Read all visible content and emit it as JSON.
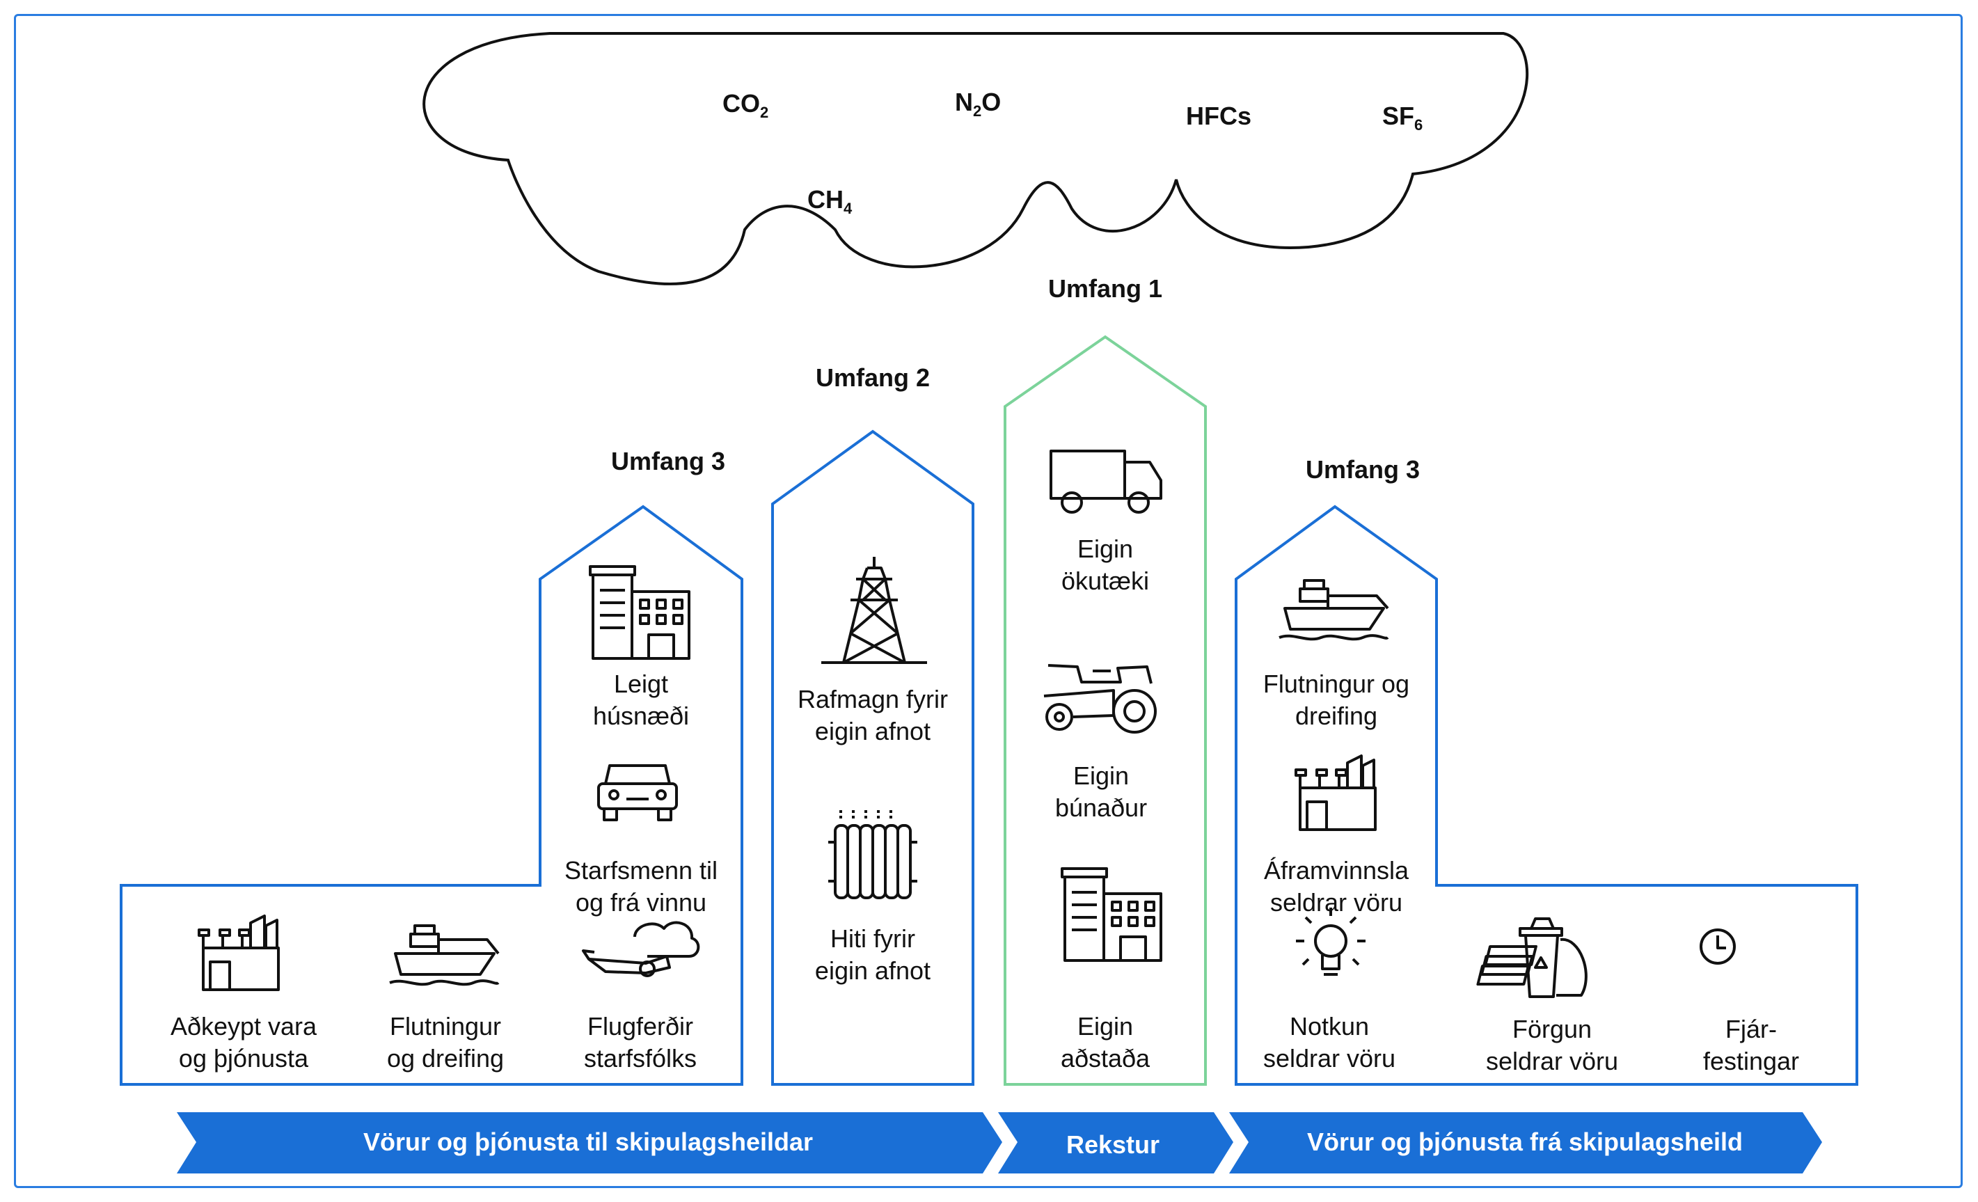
{
  "gases": {
    "co2": {
      "base": "CO",
      "sub": "2"
    },
    "n2o": {
      "base": "N",
      "sub": "2",
      "tail": "O"
    },
    "hfcs": {
      "base": "HFCs"
    },
    "sf6": {
      "base": "SF",
      "sub": "6"
    },
    "ch4": {
      "base": "CH",
      "sub": "4"
    }
  },
  "scopes": {
    "scope1": "Umfang 1",
    "scope2": "Umfang 2",
    "scope3_left": "Umfang 3",
    "scope3_right": "Umfang 3"
  },
  "items": {
    "leased_buildings": "Leigt\nhúsnæði",
    "employee_commuting": "Starfsmenn til\nog frá vinnu",
    "purchased_goods": "Aðkeypt vara\nog þjónusta",
    "transport_up": "Flutningur\nog dreifing",
    "business_travel": "Flugferðir\nstarfsfólks",
    "electricity": "Rafmagn fyrir\neigin afnot",
    "heating": "Hiti fyrir\neigin afnot",
    "own_vehicles": "Eigin\nökutæki",
    "own_equipment": "Eigin\nbúnaður",
    "own_facilities": "Eigin\naðstaða",
    "transport_down": "Flutningur og\ndreifing",
    "processing": "Áframvinnsla\nseldrar vöru",
    "use_sold": "Notkun\nseldrar vöru",
    "disposal": "Förgun\nseldrar vöru",
    "investments": "Fjár-\nfestingar"
  },
  "bands": {
    "upstream": "Vörur og þjónusta til skipulagsheildar",
    "operations": "Rekstur",
    "downstream": "Vörur og þjónusta frá skipulagsheild"
  },
  "colors": {
    "blue": "#1a6fd6",
    "green": "#7cd39a",
    "band": "#1a6fd6",
    "frame": "#2a7de1"
  }
}
